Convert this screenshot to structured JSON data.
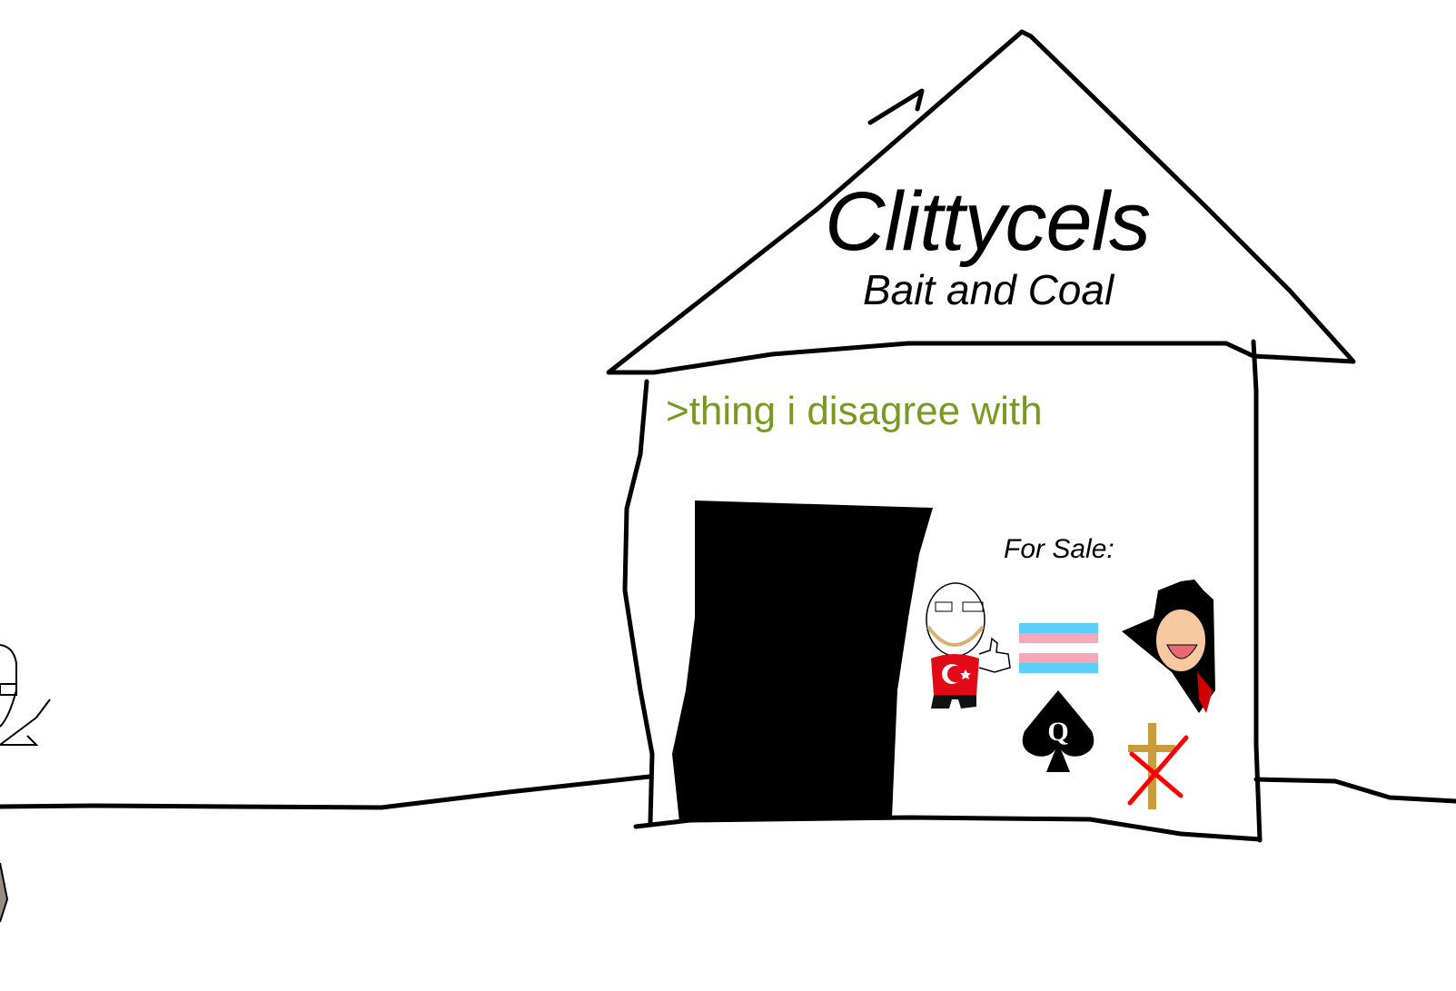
{
  "sign": {
    "title": "Clittycels",
    "subtitle": "Bait and Coal"
  },
  "greentext": ">thing i disagree with",
  "for_sale": {
    "label": "For Sale:",
    "items": [
      "wojak-turkey-shirt",
      "trans-flag",
      "queen-of-spades",
      "vampire-laughing",
      "crossed-out-cross"
    ],
    "spade_letter": "Q"
  },
  "colors": {
    "greentext": "#789922",
    "trans_blue": "#5bcefa",
    "trans_pink": "#f5a9b8",
    "turkey_red": "#e30a17",
    "cross_gold": "#c89b3c",
    "x_red": "#ff0000"
  }
}
